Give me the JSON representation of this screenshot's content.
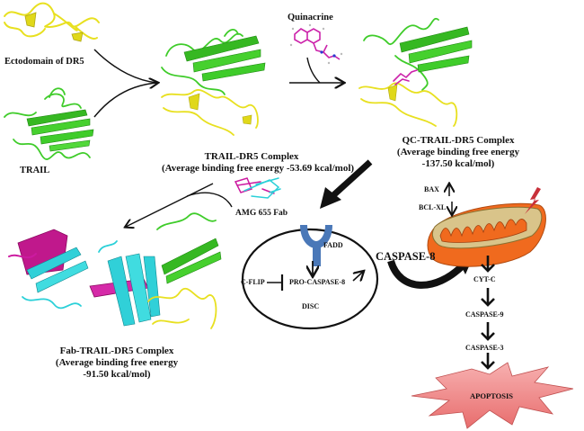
{
  "structures": {
    "dr5_ectodomain": {
      "label": "Ectodomain of DR5",
      "color": "#e8e020"
    },
    "trail": {
      "label": "TRAIL",
      "color": "#3fcc2a"
    },
    "trail_dr5_complex": {
      "title": "TRAIL-DR5 Complex",
      "energy_line": "(Average binding free energy -53.69 kcal/mol)"
    },
    "quinacrine": {
      "label": "Quinacrine",
      "color": "#cc22aa"
    },
    "qc_trail_dr5_complex": {
      "title": "QC-TRAIL-DR5 Complex",
      "energy_line1": "(Average binding free energy",
      "energy_line2": "-137.50 kcal/mol)"
    },
    "amg_fab": {
      "label": "AMG 655 Fab",
      "colors": [
        "#cc1aa0",
        "#2ad0d8"
      ]
    },
    "fab_trail_dr5_complex": {
      "title": "Fab-TRAIL-DR5 Complex",
      "energy_line1": "(Average binding free energy",
      "energy_line2": "-91.50 kcal/mol)"
    }
  },
  "disc": {
    "label": "DISC",
    "fadd": "FADD",
    "c_flip": "C-FLIP",
    "pro_caspase": "PRO-CASPASE-8",
    "receptor_color": "#4a78b8"
  },
  "pathway": {
    "caspase8": "CASPASE-8",
    "bax": "BAX",
    "bax_dir": "up",
    "bclxl": "BCL-XL",
    "bclxl_dir": "down",
    "cytc": "CYT-C",
    "caspase9": "CASPASE-9",
    "caspase3": "CASPASE-3",
    "apoptosis": "APOPTOSIS",
    "mito_outer": "#f06a1e",
    "mito_inner": "#d9c48a",
    "lightning": "#c8303a",
    "burst": "#f08a8a"
  }
}
